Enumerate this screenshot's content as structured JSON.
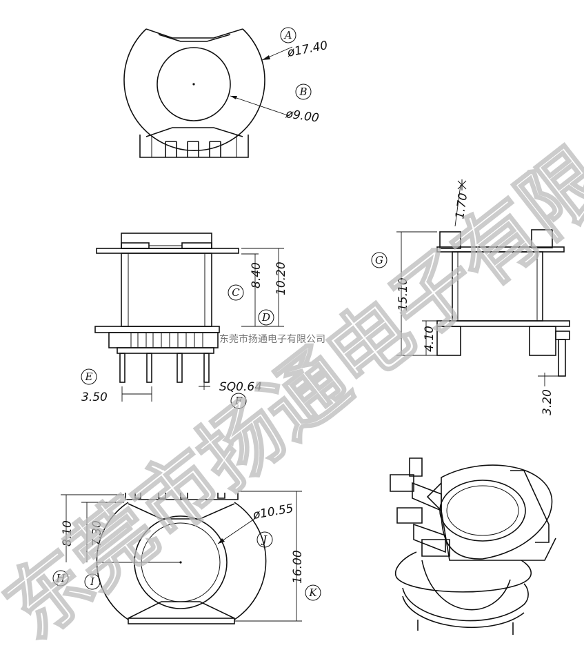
{
  "dimensions": {
    "outer_diameter": "ø17.40",
    "inner_diameter": "ø9.00",
    "c_height": "8.40",
    "d_height": "10.20",
    "g_height": "15.10",
    "top_offset": "1.70",
    "lower_height": "4.10",
    "pin_offset": "3.20",
    "pin_pitch": "3.50",
    "pin_size": "SQ0.64",
    "h_height": "8.10",
    "i_height": "7.30",
    "j_diameter": "ø10.55",
    "k_height": "16.00"
  },
  "callouts": {
    "a": "A",
    "b": "B",
    "c": "C",
    "d": "D",
    "e": "E",
    "f": "F",
    "g": "G",
    "h": "H",
    "i": "I",
    "j": "J",
    "k": "K"
  },
  "watermark": {
    "large": "东莞市扬通电子有限公司",
    "small": "东莞市扬通电子有限公司"
  }
}
